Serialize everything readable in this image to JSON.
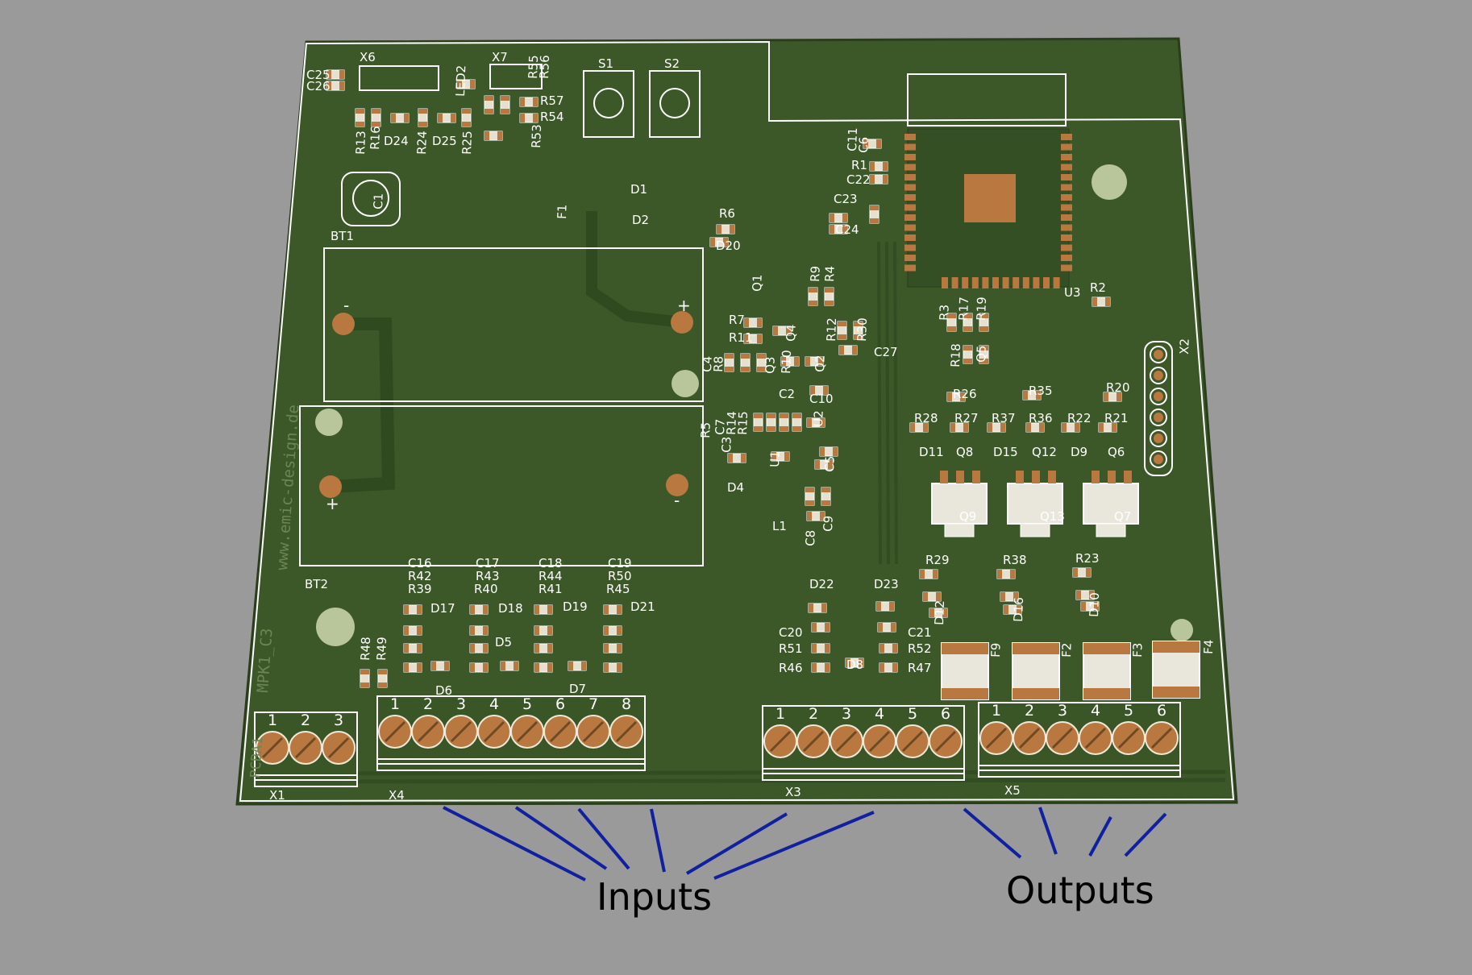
{
  "colors": {
    "background": "#9a9a9a",
    "board": "#3c5828",
    "silk": "#ffffff",
    "pad": "#b87840",
    "trace": "#2f4a1f",
    "arrow": "#1020a0"
  },
  "components": [
    {
      "ref": "X6"
    },
    {
      "ref": "X7"
    },
    {
      "ref": "S1"
    },
    {
      "ref": "S2"
    },
    {
      "ref": "C25"
    },
    {
      "ref": "C26"
    },
    {
      "ref": "LED2"
    },
    {
      "ref": "R55"
    },
    {
      "ref": "R56"
    },
    {
      "ref": "R57"
    },
    {
      "ref": "R54"
    },
    {
      "ref": "R53"
    },
    {
      "ref": "R13"
    },
    {
      "ref": "R16"
    },
    {
      "ref": "D24"
    },
    {
      "ref": "R24"
    },
    {
      "ref": "D25"
    },
    {
      "ref": "R25"
    },
    {
      "ref": "BT1"
    },
    {
      "ref": "C1"
    },
    {
      "ref": "F1"
    },
    {
      "ref": "D1"
    },
    {
      "ref": "D2"
    },
    {
      "ref": "R6"
    },
    {
      "ref": "D20"
    },
    {
      "ref": "Q1"
    },
    {
      "ref": "R9"
    },
    {
      "ref": "R4"
    },
    {
      "ref": "C11"
    },
    {
      "ref": "C6"
    },
    {
      "ref": "R1"
    },
    {
      "ref": "C22"
    },
    {
      "ref": "C23"
    },
    {
      "ref": "C24"
    },
    {
      "ref": "U3"
    },
    {
      "ref": "R2"
    },
    {
      "ref": "R3"
    },
    {
      "ref": "R17"
    },
    {
      "ref": "R19"
    },
    {
      "ref": "R18"
    },
    {
      "ref": "Q5"
    },
    {
      "ref": "X2"
    },
    {
      "ref": "R7"
    },
    {
      "ref": "R11"
    },
    {
      "ref": "Q4"
    },
    {
      "ref": "R12"
    },
    {
      "ref": "R30"
    },
    {
      "ref": "C27"
    },
    {
      "ref": "C4"
    },
    {
      "ref": "R8"
    },
    {
      "ref": "R10"
    },
    {
      "ref": "Q3"
    },
    {
      "ref": "Q2"
    },
    {
      "ref": "C2"
    },
    {
      "ref": "C10"
    },
    {
      "ref": "U2"
    },
    {
      "ref": "R5"
    },
    {
      "ref": "C7"
    },
    {
      "ref": "R14"
    },
    {
      "ref": "R15"
    },
    {
      "ref": "C3"
    },
    {
      "ref": "U1"
    },
    {
      "ref": "C5"
    },
    {
      "ref": "D4"
    },
    {
      "ref": "L1"
    },
    {
      "ref": "C8"
    },
    {
      "ref": "C9"
    },
    {
      "ref": "R26"
    },
    {
      "ref": "R35"
    },
    {
      "ref": "R20"
    },
    {
      "ref": "R28"
    },
    {
      "ref": "R27"
    },
    {
      "ref": "R37"
    },
    {
      "ref": "R36"
    },
    {
      "ref": "R22"
    },
    {
      "ref": "R21"
    },
    {
      "ref": "D11"
    },
    {
      "ref": "Q8"
    },
    {
      "ref": "D15"
    },
    {
      "ref": "Q12"
    },
    {
      "ref": "D9"
    },
    {
      "ref": "Q6"
    },
    {
      "ref": "Q9"
    },
    {
      "ref": "Q13"
    },
    {
      "ref": "Q7"
    },
    {
      "ref": "R29"
    },
    {
      "ref": "R38"
    },
    {
      "ref": "R23"
    },
    {
      "ref": "D12"
    },
    {
      "ref": "D16"
    },
    {
      "ref": "D10"
    },
    {
      "ref": "F9"
    },
    {
      "ref": "F2"
    },
    {
      "ref": "F3"
    },
    {
      "ref": "F4"
    },
    {
      "ref": "BT2"
    },
    {
      "ref": "C16"
    },
    {
      "ref": "C17"
    },
    {
      "ref": "C18"
    },
    {
      "ref": "C19"
    },
    {
      "ref": "R42"
    },
    {
      "ref": "R43"
    },
    {
      "ref": "R44"
    },
    {
      "ref": "R50"
    },
    {
      "ref": "R39"
    },
    {
      "ref": "R40"
    },
    {
      "ref": "R41"
    },
    {
      "ref": "R45"
    },
    {
      "ref": "D17"
    },
    {
      "ref": "D18"
    },
    {
      "ref": "D19"
    },
    {
      "ref": "D21"
    },
    {
      "ref": "D5"
    },
    {
      "ref": "D6"
    },
    {
      "ref": "D7"
    },
    {
      "ref": "R48"
    },
    {
      "ref": "R49"
    },
    {
      "ref": "D22"
    },
    {
      "ref": "D23"
    },
    {
      "ref": "C20"
    },
    {
      "ref": "C21"
    },
    {
      "ref": "R51"
    },
    {
      "ref": "R52"
    },
    {
      "ref": "R46"
    },
    {
      "ref": "R47"
    },
    {
      "ref": "D8"
    },
    {
      "ref": "X1"
    },
    {
      "ref": "X4"
    },
    {
      "ref": "X3"
    },
    {
      "ref": "X5"
    }
  ],
  "battery_marks": [
    {
      "text": "-"
    },
    {
      "text": "+"
    },
    {
      "text": "+"
    },
    {
      "text": "-"
    }
  ],
  "board_text": {
    "website": "www.emic-design.de",
    "revision": "MPK1_C3",
    "assembly": "PCBA1"
  },
  "connectors": [
    {
      "ref": "X1",
      "pins": [
        "1",
        "2",
        "3"
      ]
    },
    {
      "ref": "X4",
      "pins": [
        "1",
        "2",
        "3",
        "4",
        "5",
        "6",
        "7",
        "8"
      ]
    },
    {
      "ref": "X3",
      "pins": [
        "1",
        "2",
        "3",
        "4",
        "5",
        "6"
      ]
    },
    {
      "ref": "X5",
      "pins": [
        "1",
        "2",
        "3",
        "4",
        "5",
        "6"
      ]
    }
  ],
  "callouts": {
    "inputs": "Inputs",
    "outputs": "Outputs"
  }
}
